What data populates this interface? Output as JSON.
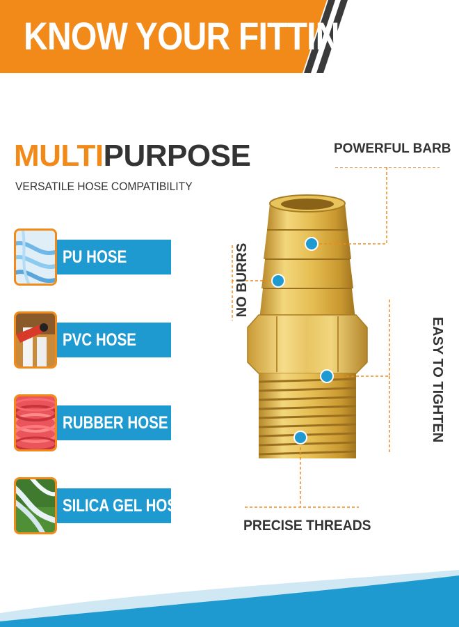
{
  "banner": {
    "title": "KNOW YOUR FITTING",
    "color": "#f28a1a",
    "stripe_color": "#3a3a3a"
  },
  "heading": {
    "accent_word": "MULTI",
    "main_word": "PURPOSE",
    "subtitle": "VERSATILE HOSE COMPATIBILITY",
    "accent_color": "#f28a1a"
  },
  "hoses": [
    {
      "label": "PU HOSE",
      "thumb": "clear-blue-tubing-image"
    },
    {
      "label": "PVC HOSE",
      "thumb": "pvc-pipe-cutter-image"
    },
    {
      "label": "RUBBER HOSE",
      "thumb": "red-rubber-hose-coil-image"
    },
    {
      "label": "SILICA GEL HOSE",
      "thumb": "clear-hose-on-grass-image"
    }
  ],
  "callouts": {
    "barb": "POWERFUL BARB",
    "burrs": "NO BURRS",
    "tighten": "EASY TO TIGHTEN",
    "threads": "PRECISE THREADS"
  },
  "colors": {
    "bar_blue": "#1f9ad0",
    "brass": "#e7c256",
    "dot_blue": "#1f9ad0",
    "leader_orange": "#f28a1a"
  }
}
